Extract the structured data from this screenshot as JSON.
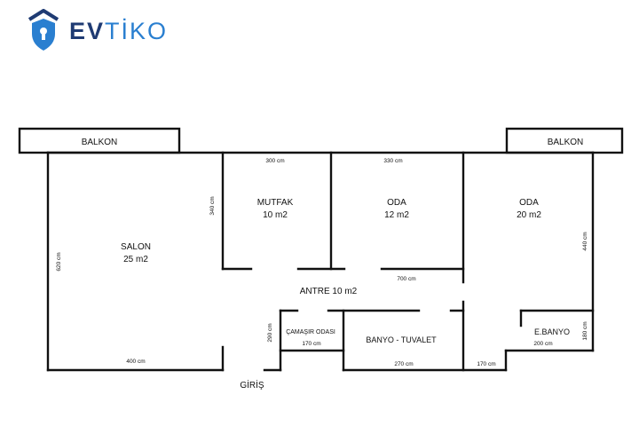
{
  "brand": {
    "name_part1": "EV",
    "name_part2": "TİKO",
    "colors": {
      "primary": "#1f3b73",
      "accent": "#2a7fd0"
    },
    "icon": "house-shield-logo-icon"
  },
  "plan": {
    "balconies": [
      "BALKON",
      "BALKON"
    ],
    "rooms": {
      "salon": {
        "name": "SALON",
        "area": "25 m2"
      },
      "mutfak": {
        "name": "MUTFAK",
        "area": "10 m2"
      },
      "oda1": {
        "name": "ODA",
        "area": "12 m2"
      },
      "oda2": {
        "name": "ODA",
        "area": "20 m2"
      },
      "antre": "ANTRE 10 m2",
      "camasir": "ÇAMAŞIR ODASI",
      "banyo": "BANYO - TUVALET",
      "ebanyo": "E.BANYO"
    },
    "entrance": "GİRİŞ",
    "dimensions": {
      "mutfak_width": "300 cm",
      "oda1_width": "330 cm",
      "mutfak_depth": "340 cm",
      "salon_depth": "620 cm",
      "salon_width": "400 cm",
      "hall_width": "700 cm",
      "oda2_depth": "440 cm",
      "camasir_depth": "290 cm",
      "camasir_width": "170 cm",
      "banyo_width": "270 cm",
      "corridor_width": "170 cm",
      "ebanyo_width": "200 cm",
      "ebanyo_depth": "180 cm"
    }
  }
}
